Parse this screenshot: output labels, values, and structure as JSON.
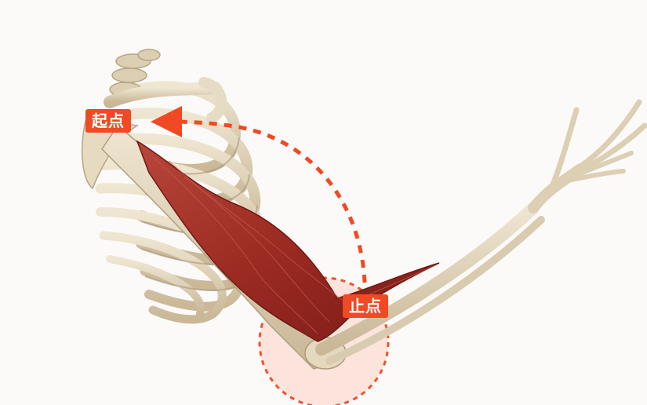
{
  "labels": {
    "origin": "起点",
    "insertion": "止点"
  },
  "colors": {
    "background": "#fbfaf8",
    "accent": "#ef4a23",
    "bone": "#e3d6bd",
    "bone_shadow": "#b9a889",
    "muscle": "#a8322a",
    "muscle_dark": "#7e1f1a",
    "highlight_circle": "#fde3dc"
  },
  "icons": {
    "arrow": "dashed-arc-arrow"
  }
}
